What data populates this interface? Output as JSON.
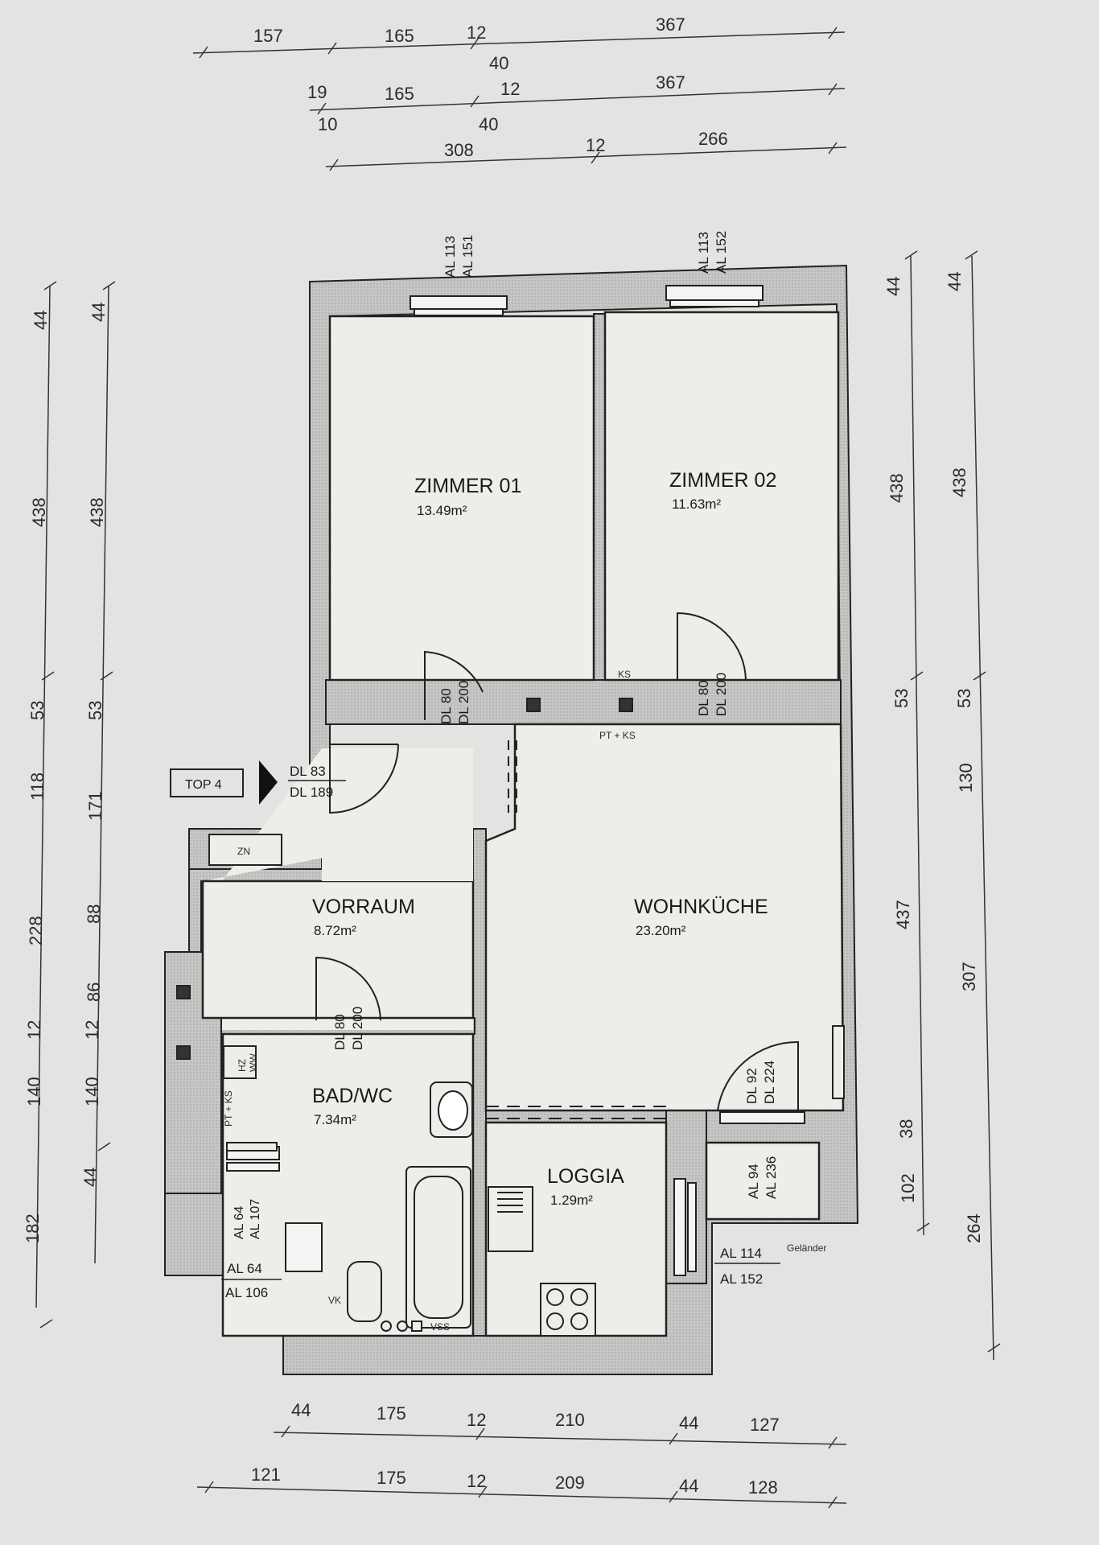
{
  "rooms": {
    "zimmer01": {
      "name": "ZIMMER 01",
      "area": "13.49m²"
    },
    "zimmer02": {
      "name": "ZIMMER 02",
      "area": "11.63m²"
    },
    "vorraum": {
      "name": "VORRAUM",
      "area": "8.72m²"
    },
    "wohnkueche": {
      "name": "WOHNKÜCHE",
      "area": "23.20m²"
    },
    "bad": {
      "name": "BAD/WC",
      "area": "7.34m²"
    },
    "loggia": {
      "name": "LOGGIA",
      "area": "1.29m²"
    }
  },
  "entrance": {
    "top": "TOP 4",
    "dl_top": "DL 83",
    "dl_bottom": "DL 189"
  },
  "doors": {
    "d1": {
      "top": "DL 80",
      "bottom": "DL 200"
    },
    "d2": {
      "top": "DL 80",
      "bottom": "DL 200"
    },
    "d3": {
      "top": "DL 80",
      "bottom": "DL 200"
    },
    "d4": {
      "top": "DL 92",
      "bottom": "DL 224"
    }
  },
  "windows": {
    "w1": {
      "top": "AL 113",
      "bottom": "AL 151"
    },
    "w2": {
      "top": "AL 113",
      "bottom": "AL 152"
    },
    "w3": {
      "top": "AL 94",
      "bottom": "AL 236"
    },
    "w4": {
      "top": "AL 64",
      "bottom": "AL 107"
    },
    "w5": {
      "top": "AL 64",
      "bottom": "AL 106"
    },
    "w6": {
      "top": "AL 114",
      "bottom": "AL 152"
    }
  },
  "fixtures": {
    "zn": "ZN",
    "ks": "KS",
    "ptks": "PT + KS",
    "ptks_bad": "PT + KS",
    "hz": "HZ",
    "ww": "WW",
    "vk": "VK",
    "vss": "VSS",
    "gelaender": "Geländer"
  },
  "dimensions": {
    "top1": [
      "157",
      "165",
      "12",
      "40",
      "367"
    ],
    "top2": [
      "19",
      "10",
      "165",
      "40",
      "12",
      "367"
    ],
    "top3": [
      "308",
      "12",
      "266"
    ],
    "bottom1": [
      "44",
      "175",
      "12",
      "210",
      "44",
      "127"
    ],
    "bottom2": [
      "121",
      "175",
      "12",
      "209",
      "44",
      "128"
    ],
    "left1": [
      "44",
      "438",
      "53",
      "118",
      "228",
      "12",
      "140",
      "182"
    ],
    "left2": [
      "44",
      "438",
      "53",
      "171",
      "88",
      "86",
      "12",
      "140",
      "44"
    ],
    "right1": [
      "44",
      "438",
      "53",
      "437",
      "38",
      "102"
    ],
    "right2": [
      "44",
      "438",
      "53",
      "130",
      "307",
      "264"
    ]
  },
  "colors": {
    "paper": "#e3e4e1",
    "wall": "#c8c9c6",
    "line": "#222222"
  }
}
